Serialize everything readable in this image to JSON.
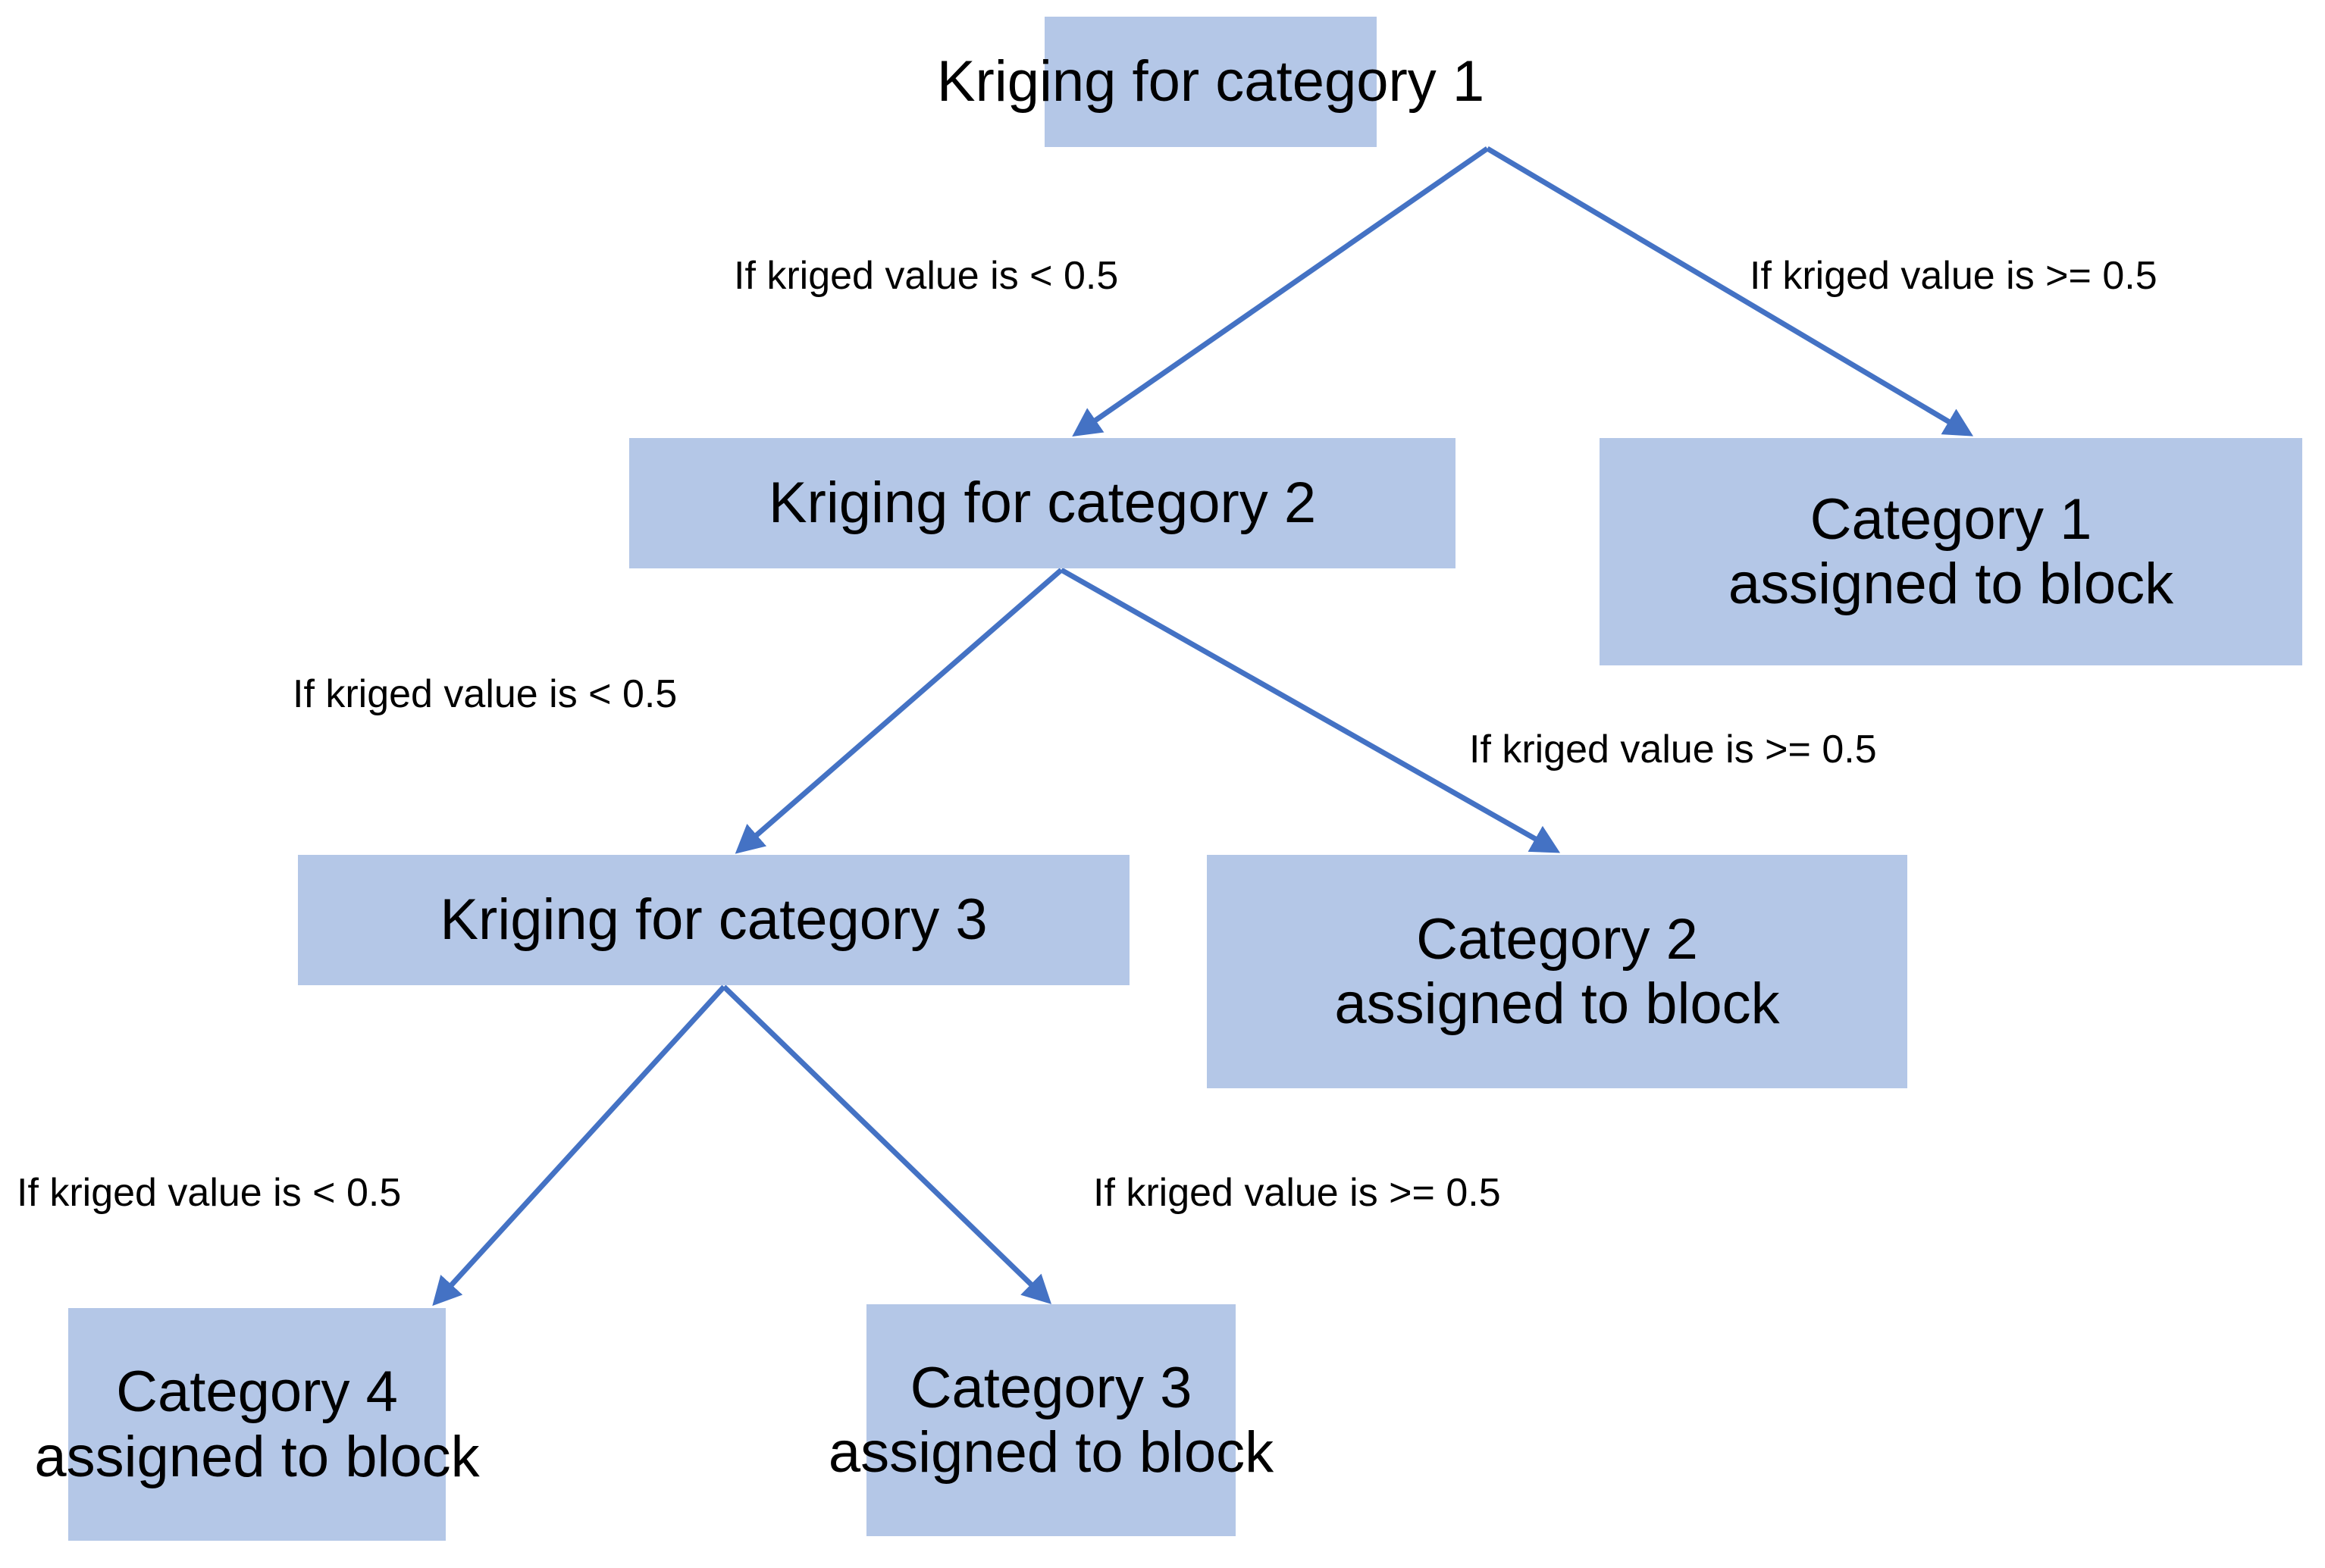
{
  "diagram": {
    "title": "Kriging category decision tree",
    "colors": {
      "node_fill": "#b4c7e7",
      "arrow": "#4472c4",
      "text": "#000000",
      "background": "#ffffff"
    },
    "nodes": {
      "kriging_cat1": {
        "label": "Kriging for category 1"
      },
      "kriging_cat2": {
        "label": "Kriging for category 2"
      },
      "kriging_cat3": {
        "label": "Kriging for category 3"
      },
      "category1_block": {
        "line1": "Category 1",
        "line2": "assigned to block"
      },
      "category2_block": {
        "line1": "Category 2",
        "line2": "assigned to block"
      },
      "category3_block": {
        "line1": "Category 3",
        "line2": "assigned to block"
      },
      "category4_block": {
        "line1": "Category 4",
        "line2": "assigned to block"
      }
    },
    "edge_labels": {
      "level1_left": "If kriged value is < 0.5",
      "level1_right": "If kriged value is >= 0.5",
      "level2_left": "If kriged value is < 0.5",
      "level2_right": "If kriged value is >= 0.5",
      "level3_left": "If kriged value is < 0.5",
      "level3_right": "If kriged value is >= 0.5"
    }
  }
}
